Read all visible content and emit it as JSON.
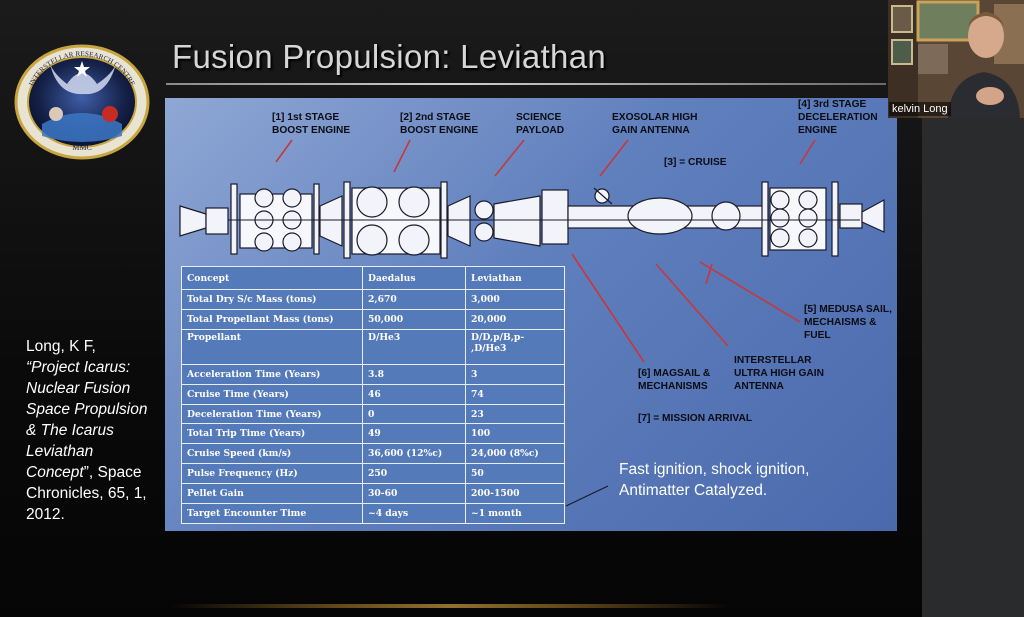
{
  "slide": {
    "title": "Fusion Propulsion: Leviathan",
    "logo": {
      "ring_text_top": "INTERSTELLAR RESEARCH CENTRE",
      "ring_text_bottom": "MMC"
    },
    "citation": {
      "line1": "Long, K F,",
      "italic_title": "“Project Icarus: Nuclear Fusion Space Propulsion & The Icarus Leviathan Concept",
      "rest": "”, Space Chronicles, 65, 1, 2012."
    },
    "diagram_labels": {
      "stage1": "[1] 1st STAGE\nBOOST ENGINE",
      "stage2": "[2] 2nd STAGE\nBOOST ENGINE",
      "science": "SCIENCE\nPAYLOAD",
      "exosolar": "EXOSOLAR HIGH\nGAIN ANTENNA",
      "decel": "[4] 3rd STAGE\nDECELERATION\nENGINE",
      "cruise": "[3] = CRUISE",
      "medusa": "[5] MEDUSA SAIL,\nMECHAISMS &\nFUEL",
      "interstellar": "INTERSTELLAR\nULTRA HIGH GAIN\nANTENNA",
      "magsail": "[6] MAGSAIL &\nMECHANISMS",
      "arrival": "[7] = MISSION ARRIVAL"
    },
    "ignition_note": "Fast ignition, shock ignition,\nAntimatter Catalyzed.",
    "table": {
      "headers": [
        "Concept",
        "Daedalus",
        "Leviathan"
      ],
      "rows": [
        [
          "Total Dry S/c Mass (tons)",
          "2,670",
          "3,000"
        ],
        [
          "Total Propellant Mass (tons)",
          "50,000",
          "20,000"
        ],
        [
          "Propellant",
          "D/He3",
          "D/D,p/B,p-\n,D/He3"
        ],
        [
          "Acceleration Time (Years)",
          "3.8",
          "3"
        ],
        [
          "Cruise Time (Years)",
          "46",
          "74"
        ],
        [
          "Deceleration Time (Years)",
          "0",
          "23"
        ],
        [
          "Total Trip Time (Years)",
          "49",
          "100"
        ],
        [
          "Cruise Speed (km/s)",
          "36,600 (12%c)",
          "24,000 (8%c)"
        ],
        [
          "Pulse Frequency (Hz)",
          "250",
          "50"
        ],
        [
          "Pellet Gain",
          "30-60",
          "200-1500"
        ],
        [
          "Target Encounter Time",
          "~4 days",
          "~1 month"
        ]
      ]
    }
  },
  "video": {
    "participant_name": "kelvin Long"
  },
  "colors": {
    "panel_blue": "#5f7fbd",
    "leader_red": "#c8373a",
    "table_border": "#e8eef9"
  }
}
